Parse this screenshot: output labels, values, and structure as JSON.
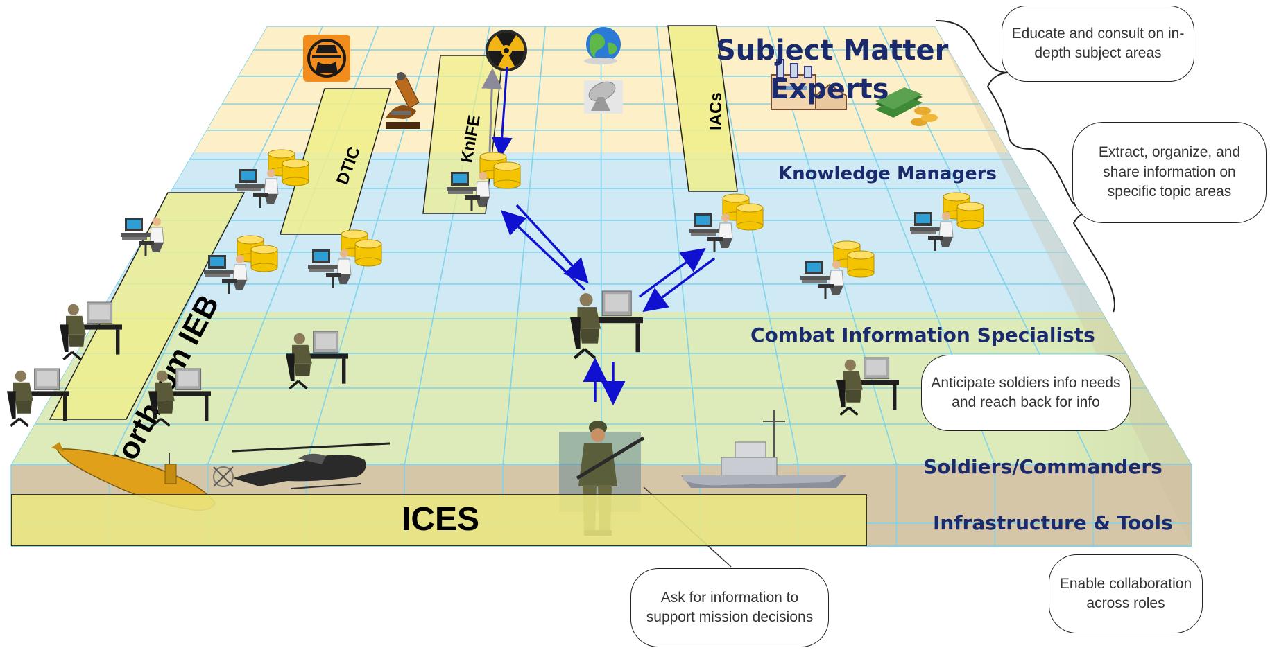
{
  "layers": {
    "sme": "Subject Matter Experts",
    "sme_line1": "Subject Matter",
    "sme_line2": "Experts",
    "knowledge_managers": "Knowledge Managers",
    "combat_specialists": "Combat Information Specialists",
    "soldiers": "Soldiers/Commanders",
    "infrastructure": "Infrastructure & Tools"
  },
  "bands": {
    "northcom": "Northcom IEB",
    "dtic": "DTIC",
    "knife": "KnIFE",
    "iacs": "IACs",
    "ices": "ICES"
  },
  "callouts": {
    "sme": "Educate and consult on in-depth subject areas",
    "km": "Extract, organize, and share information on specific topic areas",
    "cis": "Anticipate soldiers info needs and reach back for info",
    "soldier": "Ask for information to support mission decisions",
    "infra": "Enable collaboration across roles"
  },
  "icons": [
    "spy-icon",
    "radiation-icon",
    "globe-icon",
    "satellite-dish-icon",
    "microscope-icon",
    "factory-icon",
    "money-icon",
    "database-icon",
    "computer-worker-icon",
    "soldier-at-computer-icon",
    "soldier-icon",
    "submarine-icon",
    "helicopter-icon",
    "warship-icon"
  ],
  "colors": {
    "sme_band": "#fdf0c8",
    "km_band": "#cfe9f5",
    "cis_band": "#dcebb9",
    "soldier_band": "#d6c6a8",
    "grid_line": "#7fd3ea",
    "arrow": "#1010d0",
    "label_text": "#1a2a6c",
    "band_fill": "#f0ee8a"
  }
}
